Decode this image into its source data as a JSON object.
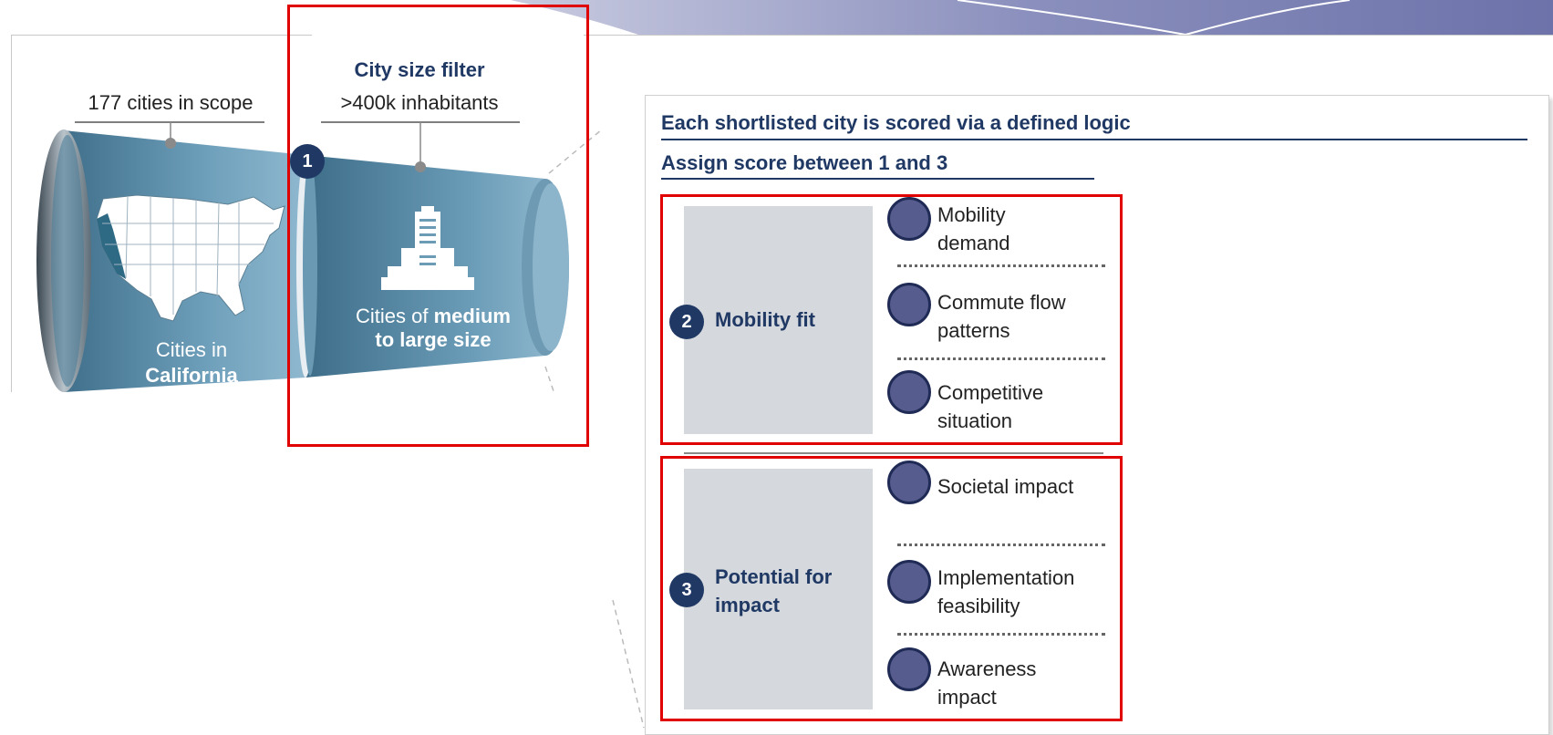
{
  "funnel": {
    "scope_label": "177 cities in scope",
    "california_line1": "Cities in",
    "california_line2": "California",
    "filter_title": "City size filter",
    "filter_sub": ">400k inhabitants",
    "step1_badge": "1",
    "medium_line1_plain": "Cities of ",
    "medium_line1_bold": "medium",
    "medium_line2": "to large size"
  },
  "scoring": {
    "heading": "Each shortlisted city is scored via a defined logic",
    "subheading": "Assign score between 1 and 3",
    "groups": [
      {
        "badge": "2",
        "label": "Mobility fit",
        "criteria": [
          {
            "line1": "Mobility",
            "line2": "demand"
          },
          {
            "line1": "Commute flow",
            "line2": "patterns"
          },
          {
            "line1": "Competitive",
            "line2": "situation"
          }
        ]
      },
      {
        "badge": "3",
        "label_line1": "Potential for",
        "label_line2": "impact",
        "criteria": [
          {
            "line1": "Societal impact",
            "line2": ""
          },
          {
            "line1": "Implementation",
            "line2": "feasibility"
          },
          {
            "line1": "Awareness",
            "line2": "impact"
          }
        ]
      }
    ]
  },
  "colors": {
    "navy": "#1f3864",
    "highlight_red": "#e00000",
    "score_circle": "#565c8e",
    "label_panel": "#d5d8dd",
    "funnel_blue": "#6b9bb5"
  }
}
